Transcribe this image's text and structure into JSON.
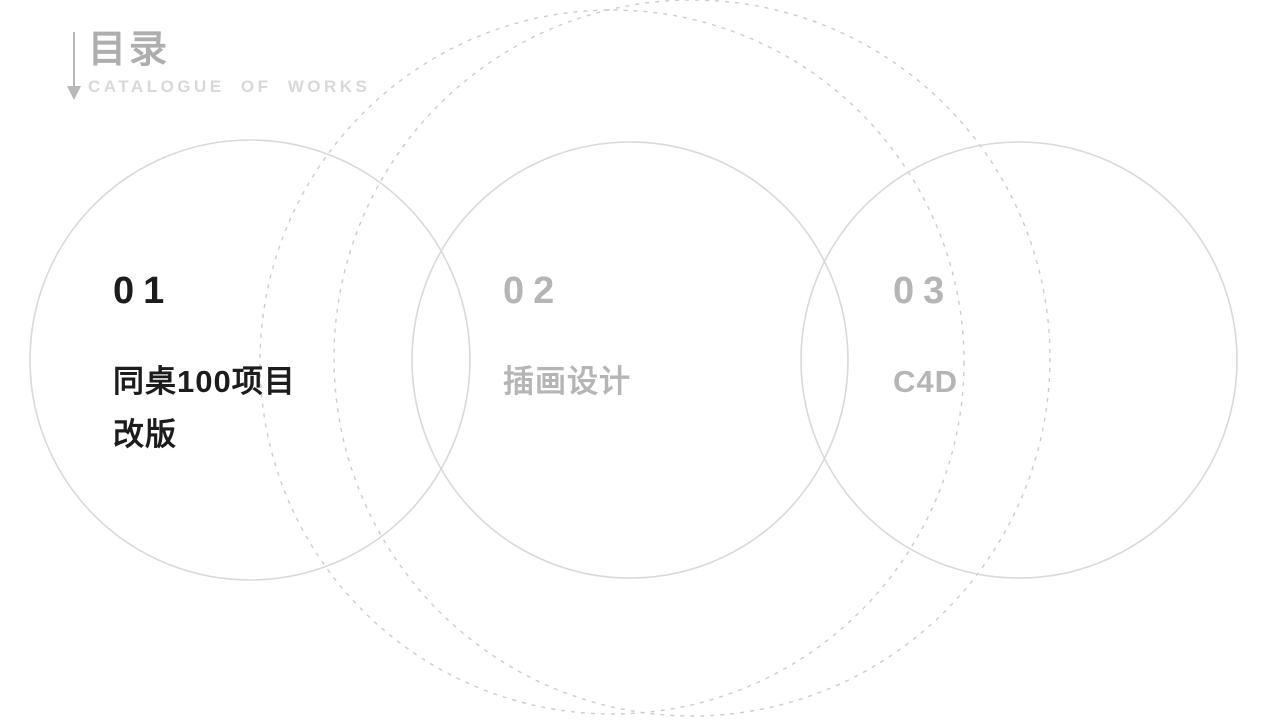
{
  "header": {
    "title": "目录",
    "subtitle": "CATALOGUE OF WORKS"
  },
  "toc_items": [
    {
      "number": "01",
      "line1": "同桌100项目",
      "line2": "改版"
    },
    {
      "number": "02",
      "line1": "插画设计",
      "line2": ""
    },
    {
      "number": "03",
      "line1": "C4D",
      "line2": ""
    }
  ],
  "colors": {
    "background": "#ffffff",
    "active_text": "#1c1c1c",
    "inactive_text": "#b5b5b5",
    "circle_stroke": "#d9d9d9",
    "dashed_stroke": "#cccccc",
    "header_title": "#aeaeae",
    "header_subtitle": "#d8d8d8",
    "arrow": "#b8b8b8"
  }
}
